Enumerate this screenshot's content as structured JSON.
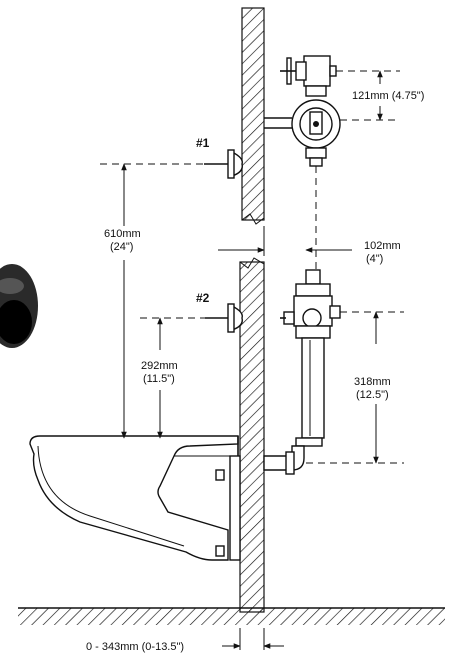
{
  "labels": {
    "outlet1": "#1",
    "outlet2": "#2",
    "dim_121": "121mm (4.75\")",
    "dim_610_mm": "610mm",
    "dim_610_in": "(24\")",
    "dim_102_mm": "102mm",
    "dim_102_in": "(4\")",
    "dim_292_mm": "292mm",
    "dim_292_in": "(11.5\")",
    "dim_318_mm": "318mm",
    "dim_318_in": "(12.5\")",
    "dim_wall": "0 - 343mm (0-13.5\")"
  }
}
